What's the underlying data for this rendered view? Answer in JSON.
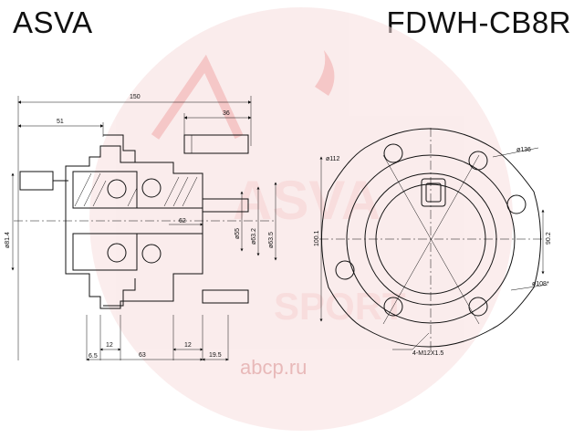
{
  "header": {
    "brand": "ASVA",
    "part_number": "FDWH-CB8R"
  },
  "watermark": {
    "brand": "ASVA",
    "sub": "SPORT",
    "site": "abcp.ru",
    "color": "#e33a3a"
  },
  "side_view": {
    "dims": {
      "overall_length": "150",
      "flange_offset": "51",
      "stud_length": "36",
      "hub_diameter": "ø81.4",
      "bore_length": "62",
      "bore_d1": "ø55",
      "bore_d2": "ø63.2",
      "bore_d3": "ø63.5",
      "left_step": "6.5",
      "dim_12_left": "12",
      "dim_63": "63",
      "dim_12_right": "12",
      "dim_19_5": "19.5"
    }
  },
  "front_view": {
    "dims": {
      "d_112": "ø112",
      "d_136": "ø136",
      "d_100_1": "100.1",
      "d_90_2": "90.2",
      "d_108": "ø108*",
      "thread": "4-M12X1.5"
    }
  }
}
